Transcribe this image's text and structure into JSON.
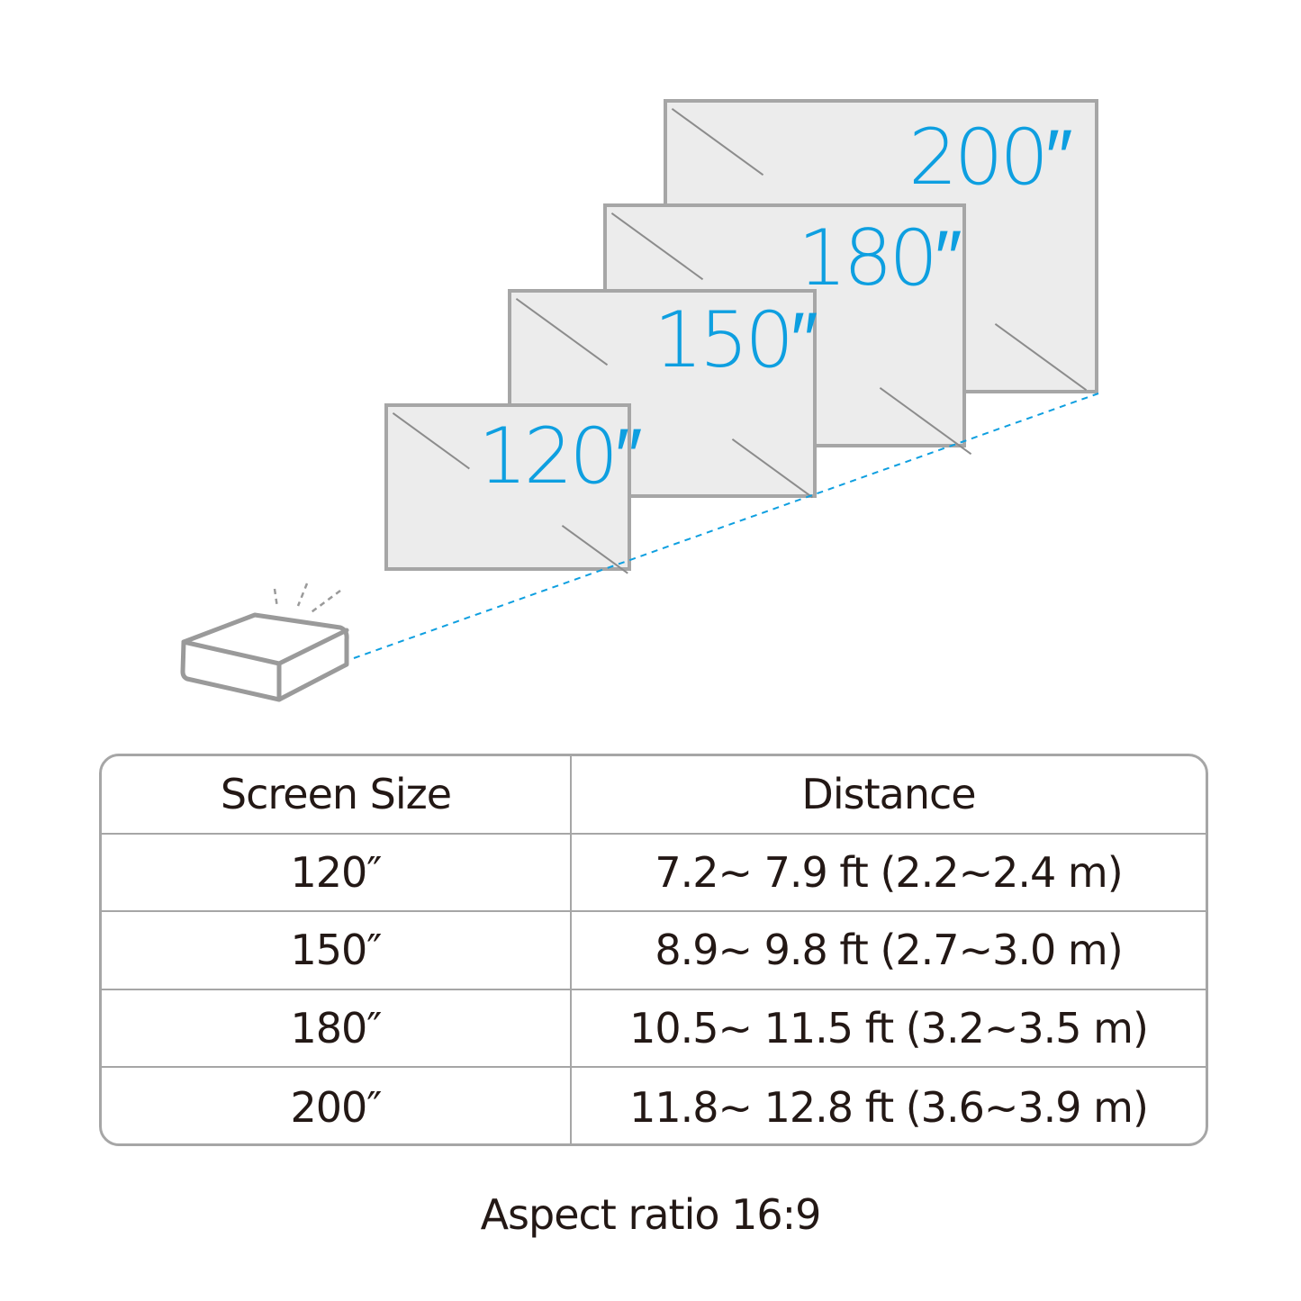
{
  "diagram": {
    "projector_icon": "projector-icon",
    "screens": [
      {
        "label": "200″",
        "size": 200
      },
      {
        "label": "180″",
        "size": 180
      },
      {
        "label": "150″",
        "size": 150
      },
      {
        "label": "120″",
        "size": 120
      }
    ],
    "colors": {
      "accent": "#0e9fe0",
      "screen_fill": "#ececec",
      "border": "#a6a6a6",
      "text": "#231815"
    }
  },
  "table": {
    "headers": [
      "Screen Size",
      "Distance"
    ],
    "rows": [
      {
        "size": "120″",
        "distance": "7.2~ 7.9 ft (2.2~2.4 m)"
      },
      {
        "size": "150″",
        "distance": "8.9~ 9.8 ft (2.7~3.0 m)"
      },
      {
        "size": "180″",
        "distance": "10.5~ 11.5 ft (3.2~3.5 m)"
      },
      {
        "size": "200″",
        "distance": "11.8~ 12.8 ft (3.6~3.9 m)"
      }
    ]
  },
  "footer": {
    "text": "Aspect ratio 16:9"
  }
}
